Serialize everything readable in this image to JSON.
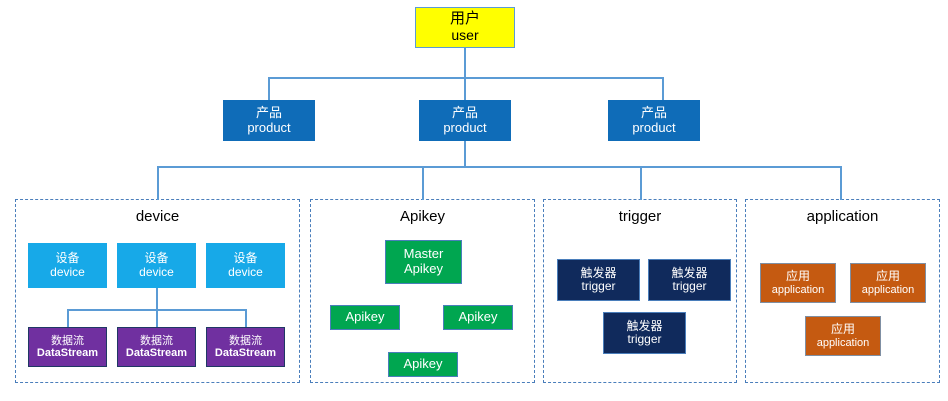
{
  "diagram": {
    "title_hidden": "",
    "colors": {
      "user": "#ffff00",
      "product": "#0f6cb8",
      "device": "#17a9e8",
      "datastream": "#7030a0",
      "apikey": "#00a650",
      "trigger": "#102a5c",
      "application": "#c55a11",
      "connector": "#5b9bd5",
      "panel_border": "#4a7ebb"
    }
  },
  "user": {
    "cn": "用户",
    "en": "user"
  },
  "products": [
    {
      "cn": "产品",
      "en": "product"
    },
    {
      "cn": "产品",
      "en": "product"
    },
    {
      "cn": "产品",
      "en": "product"
    }
  ],
  "panels": [
    {
      "title": "device"
    },
    {
      "title": "Apikey"
    },
    {
      "title": "trigger"
    },
    {
      "title": "application"
    }
  ],
  "devices": [
    {
      "cn": "设备",
      "en": "device"
    },
    {
      "cn": "设备",
      "en": "device"
    },
    {
      "cn": "设备",
      "en": "device"
    }
  ],
  "datastreams": [
    {
      "cn": "数据流",
      "en": "DataStream"
    },
    {
      "cn": "数据流",
      "en": "DataStream"
    },
    {
      "cn": "数据流",
      "en": "DataStream"
    }
  ],
  "apikeys": [
    {
      "en": "Master Apikey"
    },
    {
      "en": "Apikey"
    },
    {
      "en": "Apikey"
    },
    {
      "en": "Apikey"
    }
  ],
  "triggers": [
    {
      "cn": "触发器",
      "en": "trigger"
    },
    {
      "cn": "触发器",
      "en": "trigger"
    },
    {
      "cn": "触发器",
      "en": "trigger"
    }
  ],
  "applications": [
    {
      "cn": "应用",
      "en": "application"
    },
    {
      "cn": "应用",
      "en": "application"
    },
    {
      "cn": "应用",
      "en": "application"
    }
  ]
}
